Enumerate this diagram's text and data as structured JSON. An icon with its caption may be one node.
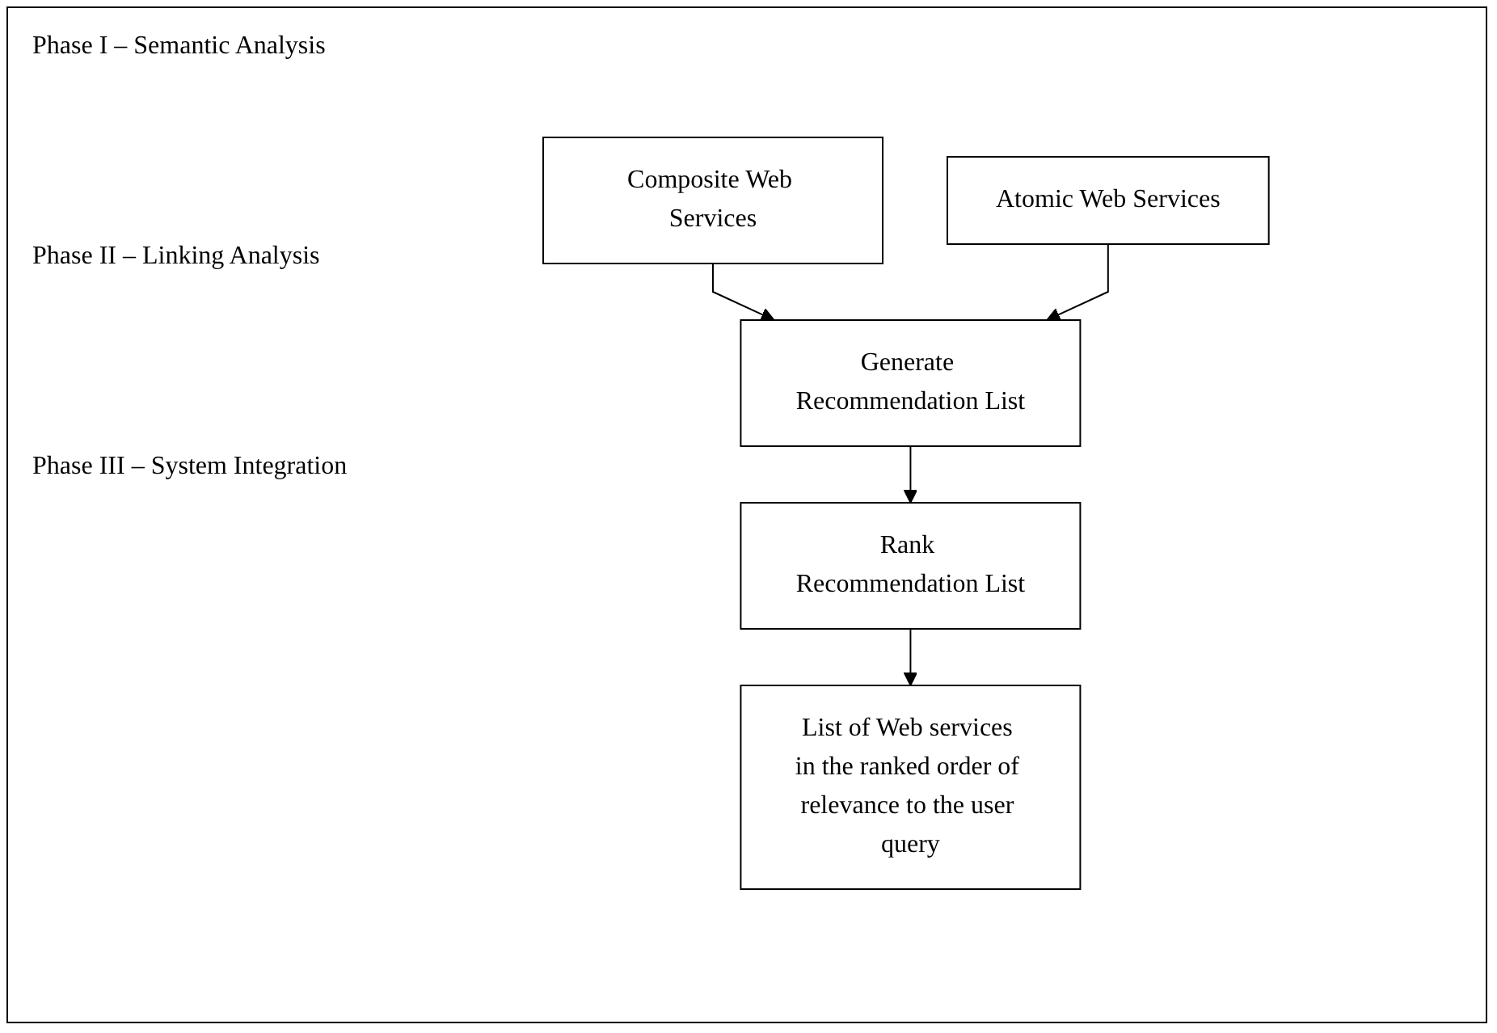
{
  "diagram": {
    "nodes": [
      {
        "text": [
          "Composite Web Services"
        ]
      },
      {
        "text": [
          "Atomic Web Services"
        ]
      },
      {
        "text": [
          "Generate Recommendation List"
        ]
      },
      {
        "text": [
          "Rank Recommendation List"
        ]
      },
      {
        "text": [
          "List of Web services in the ranked order of relevance to the user query"
        ]
      }
    ],
    "edges": [
      {
        "from": 0,
        "to": 2,
        "arrow": "to"
      },
      {
        "from": 1,
        "to": 2,
        "arrow": "to"
      },
      {
        "from": 2,
        "to": 3,
        "arrow": "to"
      },
      {
        "from": 3,
        "to": 4,
        "arrow": "to"
      }
    ],
    "labels": [
      "Phase I – Semantic Analysis",
      "Phase II – Linking Analysis",
      "Phase III – System Integration"
    ]
  }
}
